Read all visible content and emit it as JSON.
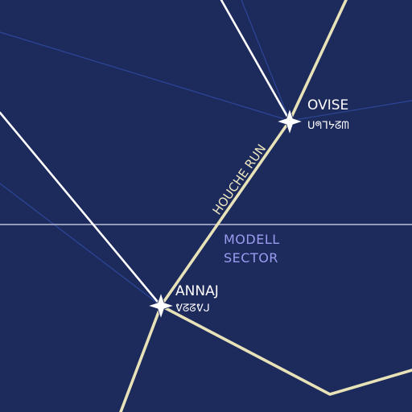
{
  "colors": {
    "background": "#1d2a5c",
    "hyperlane_major": "#e8e2b8",
    "hyperlane_minor": "#ffffff",
    "faint_route": "#2f4aa0",
    "sector_border": "#aab0cc",
    "sector_label": "#9b9cf0"
  },
  "systems": [
    {
      "name": "OVISE",
      "aurebesh": "ᑌᖗᒣᔭᘔᗰ",
      "icon": "star-icon"
    },
    {
      "name": "ANNAJ",
      "aurebesh": "ᕓᘔᘔᕓᒍ",
      "icon": "star-icon"
    }
  ],
  "routes": [
    {
      "name": "HOUCHE RUN"
    }
  ],
  "sector": {
    "line1": "MODELL",
    "line2": "SECTOR"
  }
}
